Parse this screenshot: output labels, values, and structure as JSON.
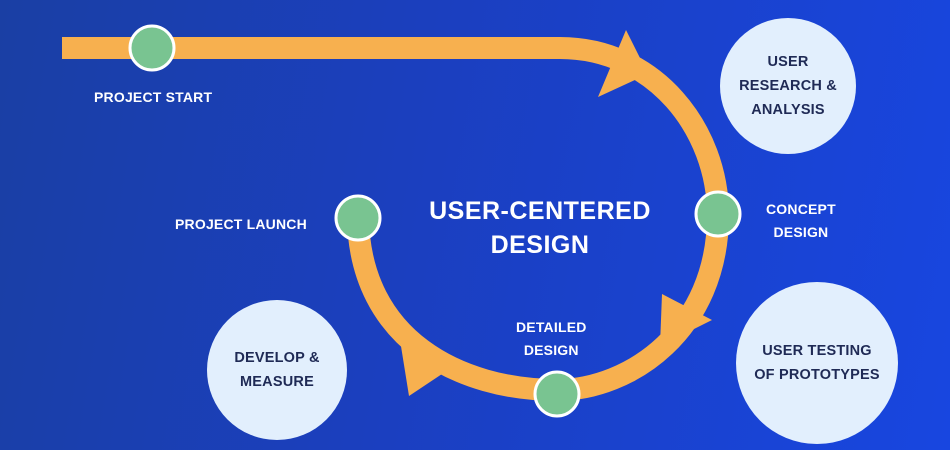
{
  "title": "USER-CENTERED\nDESIGN",
  "milestones": {
    "project_start": "PROJECT START",
    "concept_design": "CONCEPT\nDESIGN",
    "detailed_design": "DETAILED\nDESIGN",
    "project_launch": "PROJECT LAUNCH"
  },
  "phases": {
    "user_research": "USER\nRESEARCH &\nANALYSIS",
    "user_testing": "USER TESTING\nOF PROTOTYPES",
    "develop_measure": "DEVELOP &\nMEASURE"
  },
  "colors": {
    "background": "#1b3fc0",
    "path": "#f7b04f",
    "node_fill": "#79c491",
    "node_stroke": "#ffffff",
    "phase_circle": "#e2effd",
    "phase_text": "#1f2a55"
  }
}
